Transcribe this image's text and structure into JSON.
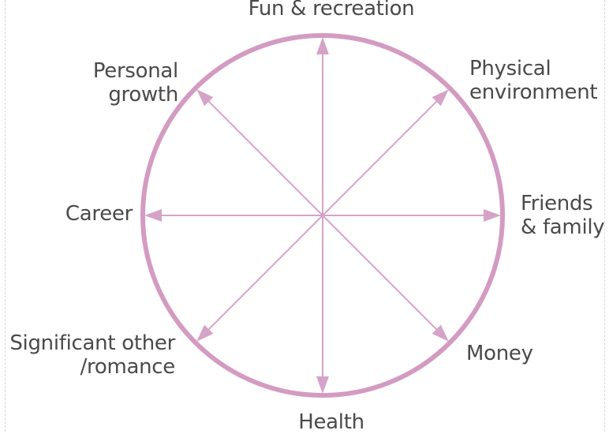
{
  "diagram": {
    "colors": {
      "circle": "#d49bc2",
      "arrows": "#d6a3c8",
      "text": "#4a4a4a"
    },
    "labels": {
      "fun": [
        "Fun & recreation"
      ],
      "physical": [
        "Physical",
        "environment"
      ],
      "friends": [
        "Friends",
        "& family"
      ],
      "money": [
        "Money"
      ],
      "health": [
        "Health"
      ],
      "significant": [
        "Significant other",
        "/romance"
      ],
      "career": [
        "Career"
      ],
      "personal": [
        "Personal",
        "growth"
      ]
    }
  }
}
